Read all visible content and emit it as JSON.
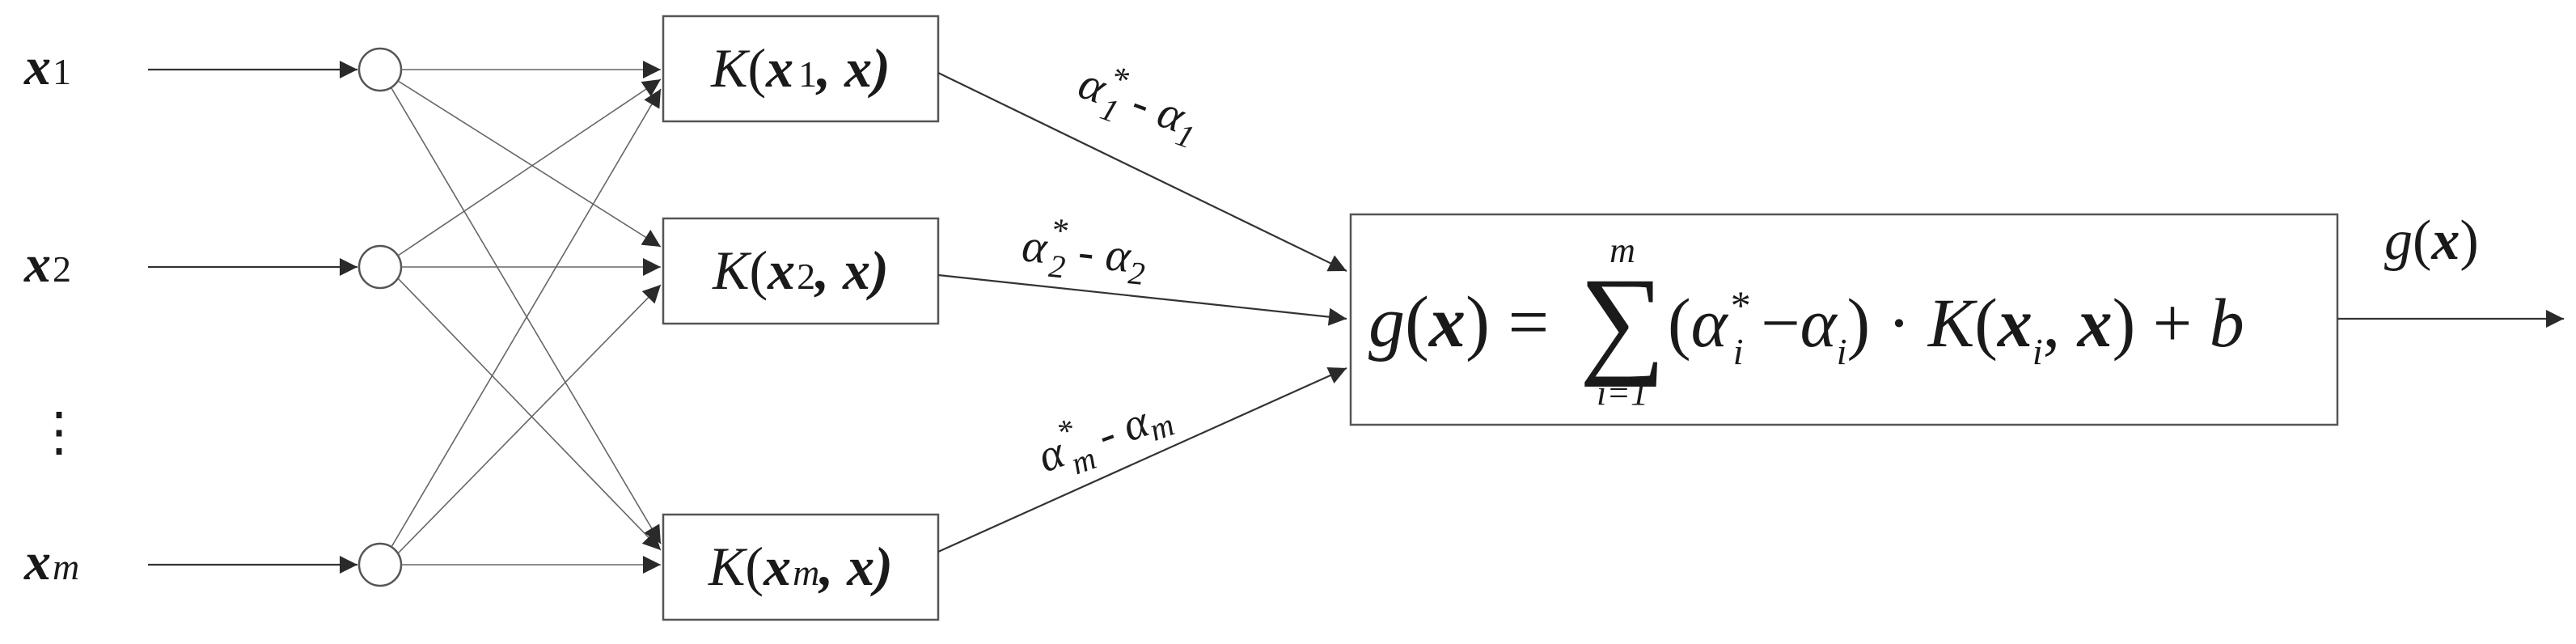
{
  "inputs": {
    "x1": {
      "var": "x",
      "sub": "1"
    },
    "x2": {
      "var": "x",
      "sub": "2"
    },
    "vdots": "⋮",
    "xm": {
      "var": "x",
      "sub": "m"
    }
  },
  "kernels": {
    "k1": {
      "fn": "K",
      "lpar": "(",
      "var": "x",
      "sub": "1",
      "rest": ", x)"
    },
    "k2": {
      "fn": "K",
      "lpar": "(",
      "var": "x",
      "sub": "2",
      "rest": ", x)"
    },
    "km": {
      "fn": "K",
      "lpar": "(",
      "var": "x",
      "sub": "m",
      "rest": ", x)"
    }
  },
  "weights": {
    "w1": {
      "alpha": "α",
      "sup": "*",
      "sub": "1",
      "minus": " - ",
      "alpha2": "α",
      "sub2": "1"
    },
    "w2": {
      "alpha": "α",
      "sup": "*",
      "sub": "2",
      "minus": " - ",
      "alpha2": "α",
      "sub2": "2"
    },
    "wm": {
      "alpha": "α",
      "sup": "*",
      "sub": "m",
      "minus": " - ",
      "alpha2": "α",
      "sub2": "m"
    }
  },
  "sum_box": {
    "lhs": "g(x) =",
    "sigma": "∑",
    "upper": "m",
    "lower": "i=1",
    "term_open": "(α",
    "term_sup": "*",
    "term_sub": "i",
    "term_minus": " −α",
    "term_sub2": "i",
    "term_dot": ") · K(x",
    "term_sub3": "i",
    "term_end": ", x) + b"
  },
  "output": {
    "label": "g(x)"
  }
}
